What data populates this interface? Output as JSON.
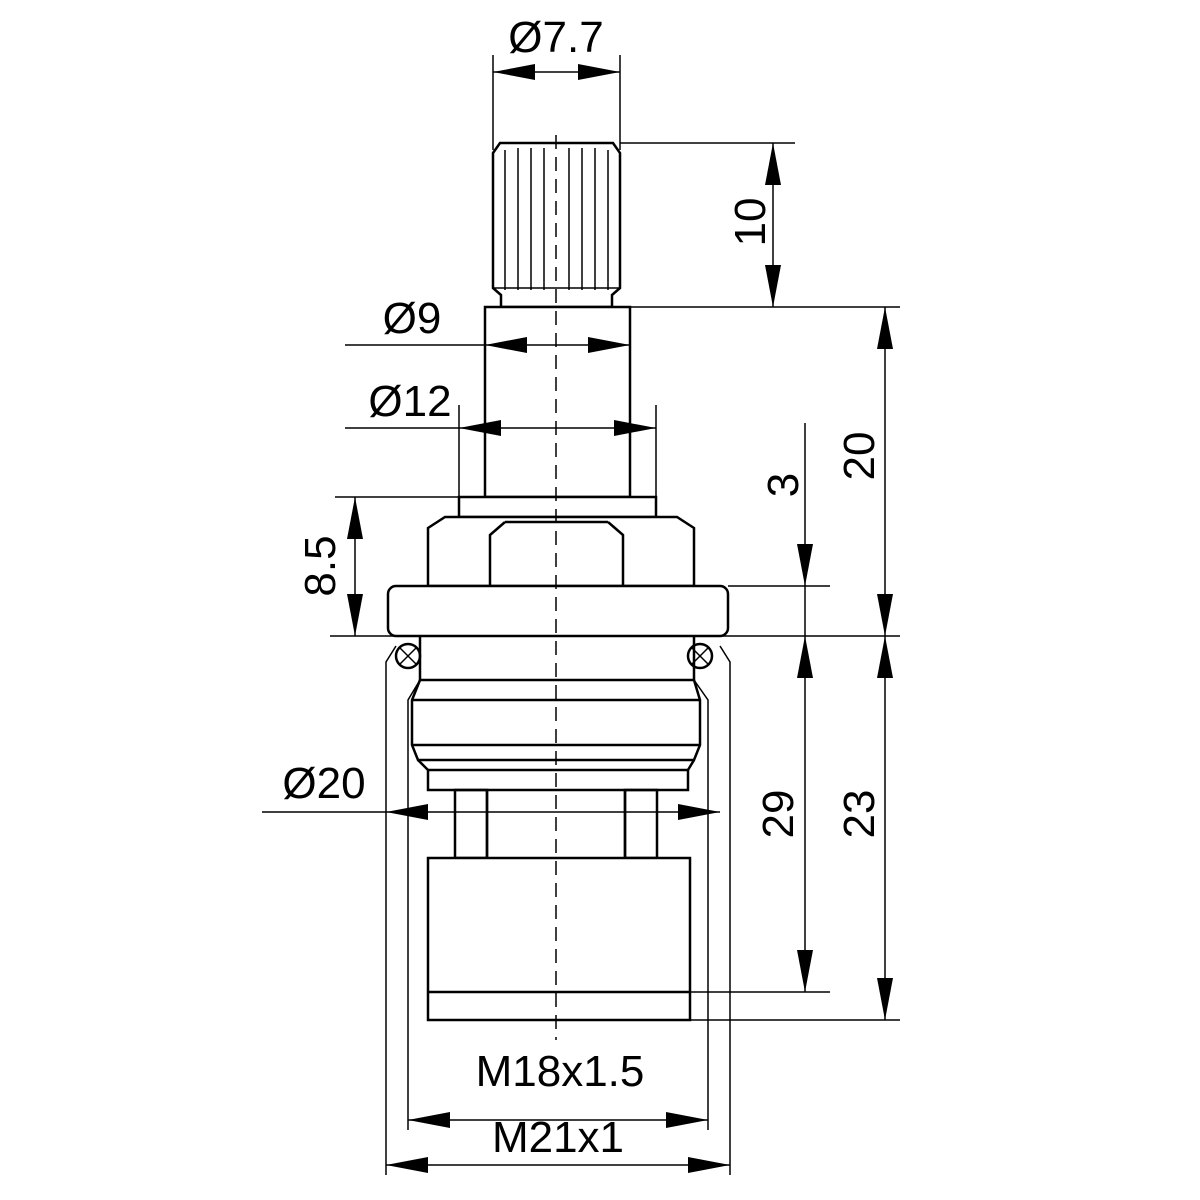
{
  "dimensions": {
    "stem_diameter": "Ø7.7",
    "stem_length": "10",
    "neck_diameter": "Ø9",
    "collar_diameter": "Ø12",
    "upper_height": "20",
    "collar_height": "3",
    "nut_height": "8.5",
    "oring_diameter": "Ø20",
    "body_height": "29",
    "lower_height": "23",
    "inner_thread": "M18x1.5",
    "outer_thread": "M21x1"
  }
}
